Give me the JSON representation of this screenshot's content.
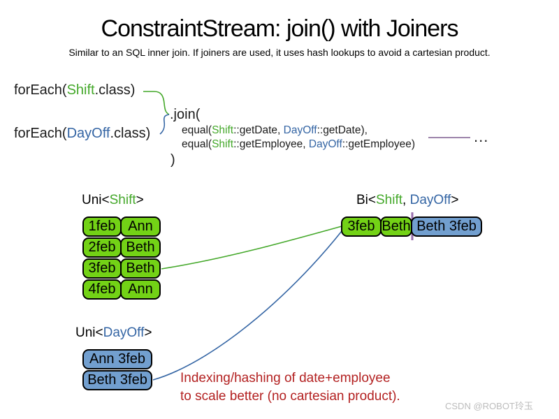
{
  "slide": {
    "title": "ConstraintStream: join() with Joiners",
    "subtitle": "Similar to an SQL inner join. If joiners are used, it uses hash lookups to avoid a cartesian product.",
    "watermark": "CSDN @ROBOT玲玉"
  },
  "code": {
    "foreach_shift": {
      "pre": "forEach(",
      "type": "Shift",
      "post": ".class)"
    },
    "foreach_dayoff": {
      "pre": "forEach(",
      "type": "DayOff",
      "post": ".class)"
    },
    "join_open": ".join(",
    "joiner_date": {
      "pre": "equal(",
      "shift": "Shift",
      "mid": "::getDate, ",
      "dayoff": "DayOff",
      "post": "::getDate),"
    },
    "joiner_employee": {
      "pre": "equal(",
      "shift": "Shift",
      "mid": "::getEmployee, ",
      "dayoff": "DayOff",
      "post": "::getEmployee)"
    },
    "join_close": ")",
    "ellipsis": "..."
  },
  "uni_shift": {
    "label": {
      "pre": "Uni<",
      "type": "Shift",
      "post": ">"
    },
    "rows": [
      {
        "date": "1feb",
        "employee": "Ann"
      },
      {
        "date": "2feb",
        "employee": "Beth"
      },
      {
        "date": "3feb",
        "employee": "Beth"
      },
      {
        "date": "4feb",
        "employee": "Ann"
      }
    ]
  },
  "bi_result": {
    "label": {
      "pre": "Bi<",
      "shift": "Shift",
      "sep": ", ",
      "dayoff": "DayOff",
      "post": ">"
    },
    "row": {
      "date": "3feb",
      "employee": "Beth",
      "dayoff": "Beth 3feb"
    }
  },
  "uni_dayoff": {
    "label": {
      "pre": "Uni<",
      "type": "DayOff",
      "post": ">"
    },
    "rows": [
      {
        "text": "Ann 3feb"
      },
      {
        "text": "Beth 3feb"
      }
    ]
  },
  "note": {
    "line1": "Indexing/hashing of date+employee",
    "line2": "to scale better (no cartesian product)."
  },
  "colors": {
    "shift_green_text": "#44a82a",
    "dayoff_blue_text": "#3465a4",
    "shift_green_fill": "#73d216",
    "dayoff_blue_fill": "#729fcf",
    "employee_orange_text": "#d45500",
    "note_red": "#b32121",
    "joiner_purple": "#7d5d8f"
  }
}
